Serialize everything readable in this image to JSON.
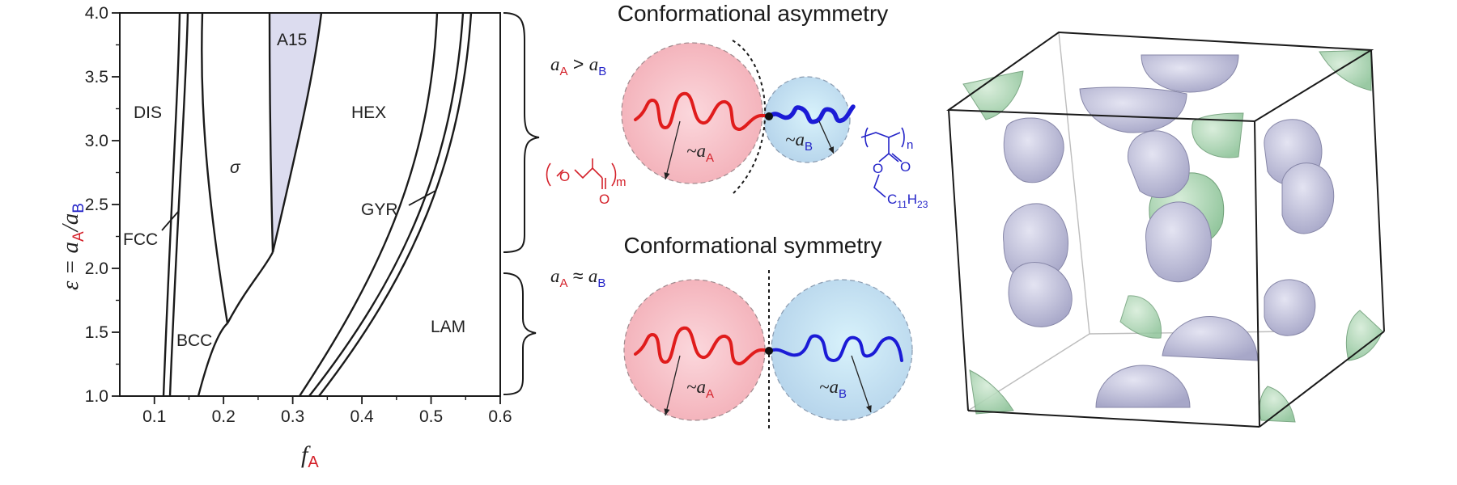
{
  "chart_data": {
    "type": "phase-diagram",
    "xlabel": {
      "main": "f",
      "sub": "A"
    },
    "ylabel": {
      "pre": "ε = a",
      "sub1": "A",
      "mid": "/a",
      "sub2": "B"
    },
    "xlim": [
      0.05,
      0.6
    ],
    "ylim": [
      1.0,
      4.0
    ],
    "xticks": [
      "0.1",
      "0.2",
      "0.3",
      "0.4",
      "0.5",
      "0.6"
    ],
    "yticks": [
      "1.0",
      "1.5",
      "2.0",
      "2.5",
      "3.0",
      "3.5",
      "4.0"
    ],
    "regions": [
      {
        "name": "DIS",
        "label": "DIS"
      },
      {
        "name": "FCC",
        "label": "FCC"
      },
      {
        "name": "BCC",
        "label": "BCC"
      },
      {
        "name": "sigma",
        "label": "σ"
      },
      {
        "name": "A15",
        "label": "A15"
      },
      {
        "name": "HEX",
        "label": "HEX"
      },
      {
        "name": "GYR",
        "label": "GYR"
      },
      {
        "name": "LAM",
        "label": "LAM"
      }
    ]
  },
  "schematic": {
    "top": {
      "title": "Conformational asymmetry",
      "relation": {
        "a": "a",
        "sub1": "A",
        "op": " > ",
        "b": "a",
        "sub2": "B"
      },
      "radius_a": {
        "t": "~a",
        "sub": "A"
      },
      "radius_b": {
        "t": "~a",
        "sub": "B"
      },
      "polymer_a": {
        "left": "O",
        "bottom": "O",
        "sub": "m"
      },
      "polymer_b": {
        "sub": "n",
        "o": "O",
        "o2": "O",
        "c": "C",
        "c_sub": "11",
        "h": "H",
        "h_sub": "23"
      }
    },
    "bottom": {
      "title": "Conformational symmetry",
      "relation": {
        "a": "a",
        "sub1": "A",
        "op": " ≈ ",
        "b": "a",
        "sub2": "B"
      },
      "radius_a": {
        "t": "~a",
        "sub": "A"
      },
      "radius_b": {
        "t": "~a",
        "sub": "B"
      }
    }
  },
  "colors": {
    "block_a": "#d4212a",
    "block_b": "#2323c8",
    "a15_fill": "#dcdcef",
    "lavender": "#b9b9d6",
    "green": "#a8d3ad"
  }
}
